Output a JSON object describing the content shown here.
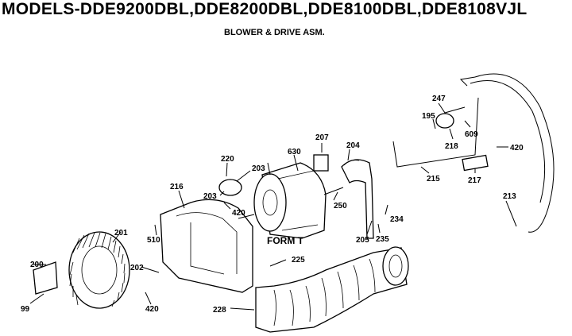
{
  "header": {
    "title": "MODELS-DDE9200DBL,DDE8200DBL,DDE8100DBL,DDE8108VJL",
    "subtitle": "BLOWER & DRIVE ASM."
  },
  "parts": {
    "p200": "200",
    "p99": "99",
    "p201": "201",
    "p202": "202",
    "p420a": "420",
    "p510": "510",
    "p216": "216",
    "p220": "220",
    "p203a": "203",
    "p203b": "203",
    "p420b": "420",
    "p630": "630",
    "p207": "207",
    "p204": "204",
    "p250": "250",
    "p205": "205",
    "p234": "234",
    "p235": "235",
    "p225": "225",
    "p228": "228",
    "p195": "195",
    "p247": "247",
    "p609": "609",
    "p218": "218",
    "p215": "215",
    "p420c": "420",
    "p217": "217",
    "p213": "213"
  },
  "form_label": "FORM T"
}
